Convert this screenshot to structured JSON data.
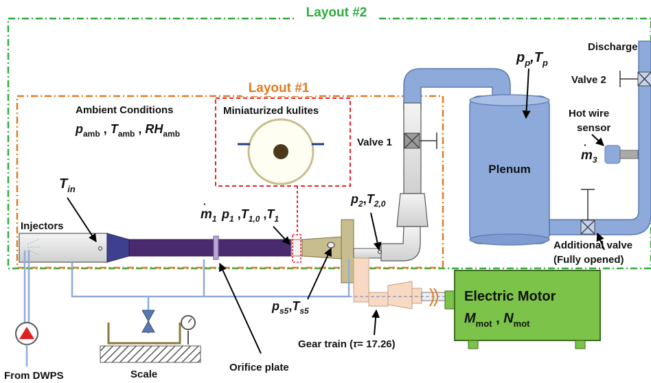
{
  "layouts": {
    "layout2": "Layout #2",
    "layout1": "Layout #1"
  },
  "labels": {
    "discharge": "Discharge",
    "valve2": "Valve 2",
    "valve1": "Valve 1",
    "plenum": "Plenum",
    "hot_wire_1": "Hot wire",
    "hot_wire_2": "sensor",
    "additional_valve_1": "Additional valve",
    "additional_valve_2": "(Fully opened)",
    "ambient_title": "Ambient Conditions",
    "miniaturized_kulites": "Miniaturized kulites",
    "injectors": "Injectors",
    "electric_motor": "Electric Motor",
    "gear_train_prefix": "Gear train (",
    "gear_train_tau": "τ",
    "gear_train_suffix": "= 17.26)",
    "orifice_plate": "Orifice plate",
    "from_dwps": "From DWPS",
    "scale": "Scale"
  },
  "symbols": {
    "m": "m",
    "p": "p",
    "T": "T",
    "RH": "RH",
    "M": "M",
    "N": "N",
    "sub_amb": "amb",
    "sub_mot": "mot",
    "sub_in": "in",
    "sub_p": "p",
    "sub_1": "1",
    "sub_10": "1,0",
    "sub_2": "2",
    "sub_20": "2,0",
    "sub_3": "3",
    "sub_s5": "s5",
    "comma": ","
  },
  "colors": {
    "layout2_border": "#2eaa3c",
    "layout1_border": "#e07b1f",
    "kulite_box": "#e8202a",
    "pipe_blue": "#8eaadb",
    "pipe_outline": "#5a78b0",
    "duct_purple": "#4a2a6e",
    "motor_green": "#7cc34a",
    "motor_outline": "#3d6b1d",
    "pump_red": "#e02020",
    "gear_peach": "#f7d9c4",
    "olive": "#c8bd8e"
  }
}
